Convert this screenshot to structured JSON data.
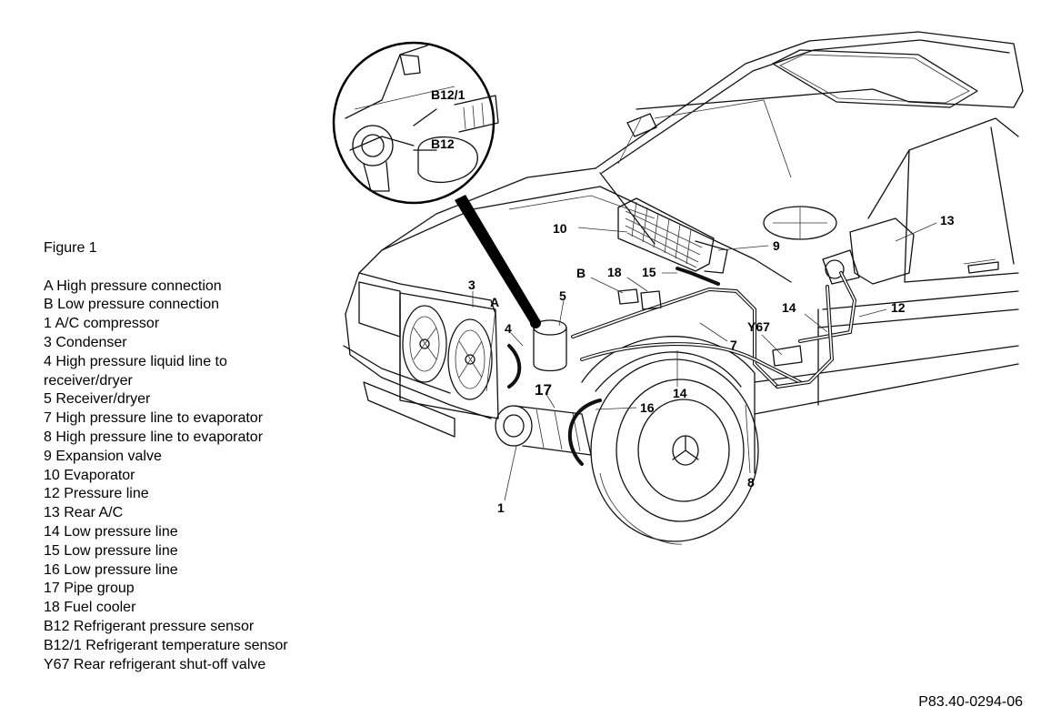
{
  "legend": {
    "title": "Figure 1",
    "items": [
      "A High pressure connection",
      "B Low pressure connection",
      "1 A/C compressor",
      "3 Condenser",
      "4 High pressure liquid line to receiver/dryer",
      "5 Receiver/dryer",
      "7 High pressure line to evaporator",
      "8 High pressure line to evaporator",
      "9 Expansion valve",
      "10 Evaporator",
      "12 Pressure line",
      "13 Rear A/C",
      "14 Low pressure line",
      "15 Low pressure line",
      "16 Low pressure line",
      "17 Pipe group",
      "18 Fuel cooler",
      "B12 Refrigerant pressure sensor",
      "B12/1 Refrigerant temperature sensor",
      "Y67 Rear refrigerant shut-off valve"
    ]
  },
  "figure_code": "P83.40-0294-06",
  "callouts": {
    "b12_1": "B12/1",
    "b12": "B12",
    "c10": "10",
    "c9": "9",
    "c13": "13",
    "cB": "B",
    "c18": "18",
    "c15": "15",
    "c3": "3",
    "cA": "A",
    "c5": "5",
    "c4": "4",
    "c14a": "14",
    "c12": "12",
    "cY67": "Y67",
    "c7": "7",
    "c14b": "14",
    "c17": "17",
    "c16": "16",
    "c8": "8",
    "c1": "1"
  }
}
